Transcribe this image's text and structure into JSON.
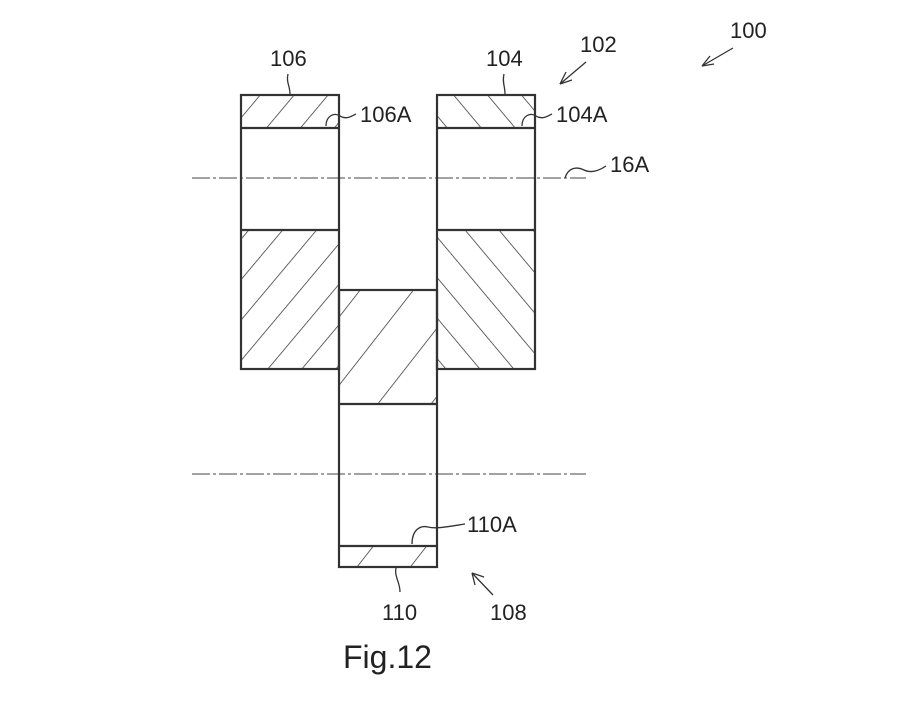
{
  "figure": {
    "caption": "Fig.12",
    "labels": {
      "assembly": "100",
      "upper_assembly": "102",
      "right_part": "104",
      "right_layer": "104A",
      "left_part": "106",
      "left_layer": "106A",
      "axis": "16A",
      "lower_assembly": "108",
      "bottom_part": "110",
      "bottom_layer": "110A"
    }
  }
}
